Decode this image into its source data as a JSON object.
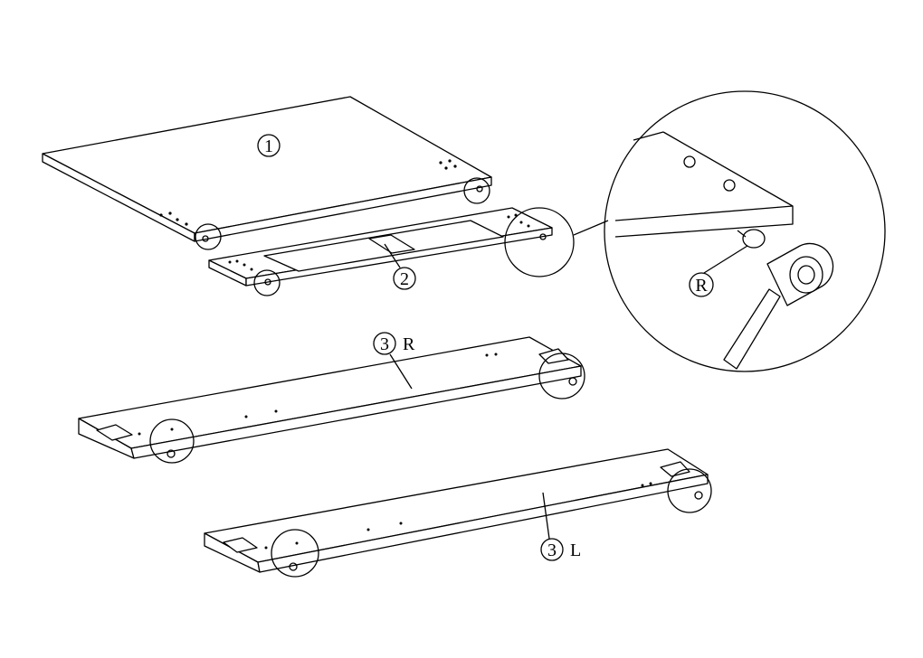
{
  "labels": {
    "part1": "1",
    "part2": "2",
    "part3r_num": "3",
    "part3r_side": "R",
    "part3l_num": "3",
    "part3l_side": "L",
    "detail_r": "R"
  },
  "colors": {
    "line": "#000000",
    "background": "#ffffff"
  }
}
